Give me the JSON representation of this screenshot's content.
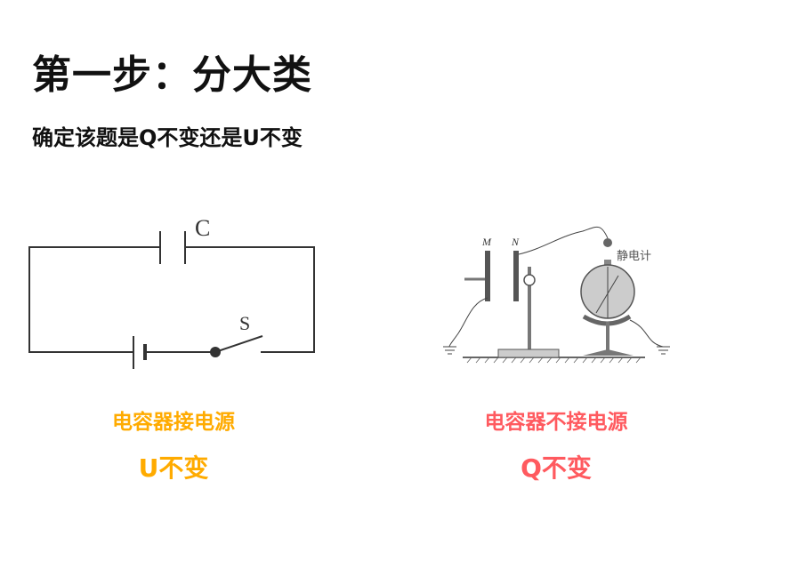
{
  "title": "第一步：分大类",
  "subtitle": "确定该题是Q不变还是U不变",
  "left_diagram": {
    "capacitor_label": "C",
    "switch_label": "S"
  },
  "right_diagram": {
    "plate_m_label": "M",
    "plate_n_label": "N",
    "electrometer_label": "静电计"
  },
  "left_case": {
    "condition": "电容器接电源",
    "result": "U不变",
    "color": "#ffab00"
  },
  "right_case": {
    "condition": "电容器不接电源",
    "result": "Q不变",
    "color": "#ff5a5f"
  }
}
